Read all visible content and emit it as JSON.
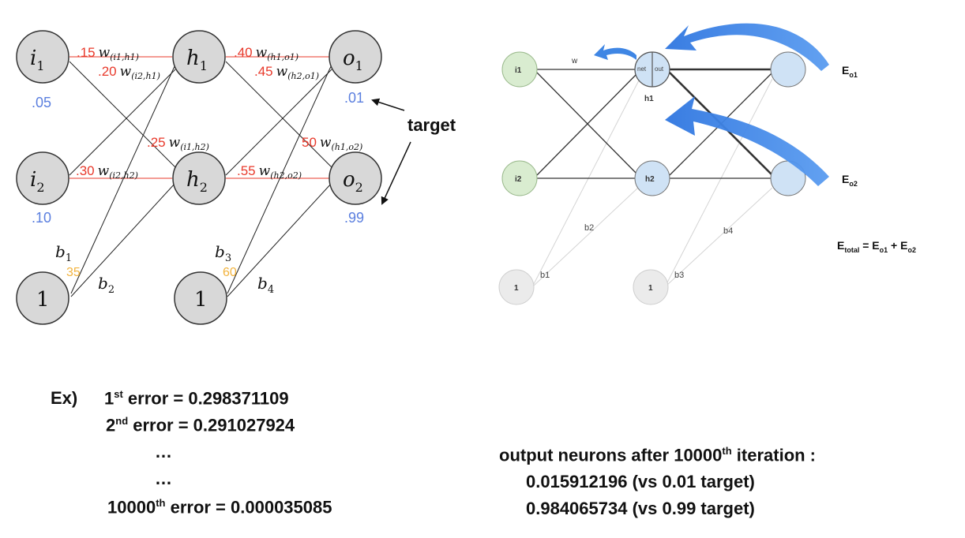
{
  "left": {
    "nodes": {
      "i1": "i",
      "i1_sub": "1",
      "i2": "i",
      "i2_sub": "2",
      "h1": "h",
      "h1_sub": "1",
      "h2": "h",
      "h2_sub": "2",
      "o1": "o",
      "o1_sub": "1",
      "o2": "o",
      "o2_sub": "2",
      "bias1": "1",
      "bias2": "1"
    },
    "inputs": {
      "i1": ".05",
      "i2": ".10"
    },
    "targets_val": {
      "o1": ".01",
      "o2": ".99"
    },
    "target_label": "target",
    "weights": {
      "w1_val": ".15",
      "w1_lab": "w",
      "w1_sub": "(i1,h1)",
      "w2_val": ".20",
      "w2_lab": "w",
      "w2_sub": "(i2,h1)",
      "w3_val": ".25",
      "w3_lab": "w",
      "w3_sub": "(i1,h2)",
      "w4_val": ".30",
      "w4_lab": "w",
      "w4_sub": "(i2,h2)",
      "w5_val": ".40",
      "w5_lab": "w",
      "w5_sub": "(h1,o1)",
      "w6_val": ".45",
      "w6_lab": "w",
      "w6_sub": "(h2,o1)",
      "w7_val": "50",
      "w7_lab": "w",
      "w7_sub": "(h1,o2)",
      "w8_val": ".55",
      "w8_lab": "w",
      "w8_sub": "(h2,o2)"
    },
    "biases": {
      "b1": "b",
      "b1_sub": "1",
      "b1_val": "35",
      "b2": "b",
      "b2_sub": "2",
      "b3": "b",
      "b3_sub": "3",
      "b3_val": "60",
      "b4": "b",
      "b4_sub": "4"
    }
  },
  "right": {
    "i1": "i1",
    "i2": "i2",
    "h1": "h1",
    "h2": "h2",
    "h1_net": "net",
    "h1_out": "out",
    "w": "w",
    "b1": "b1",
    "b2": "b2",
    "b3": "b3",
    "b4": "b4",
    "bias1": "1",
    "bias2": "1",
    "eo1": "E",
    "eo1_sub": "o1",
    "eo2": "E",
    "eo2_sub": "o2",
    "etotal": "E",
    "etotal_sub": "total",
    "etotal_eq": " = E",
    "etotal_s1": "o1",
    "etotal_plus": " + E",
    "etotal_s2": "o2"
  },
  "colors": {
    "node_fill": "#d8d8d8",
    "weight_red": "#e8392b",
    "input_blue": "#5b7fdf",
    "bias_gold": "#f2b33d",
    "green_node": "#d9ecd0",
    "blue_node": "#cfe2f5",
    "arrow_blue": "#3f86e4"
  },
  "bottom": {
    "ex_label": "Ex)",
    "e1_num": "1",
    "e1_sup": "st",
    "e1_text": " error = 0.298371109",
    "e2_num": "2",
    "e2_sup": "nd",
    "e2_text": " error = 0.291027924",
    "dots1": "…",
    "dots2": "…",
    "e3_num": "10000",
    "e3_sup": "th",
    "e3_text": " error = 0.000035085",
    "out_prefix": "output neurons after 10000",
    "out_sup": "th",
    "out_suffix": " iteration :",
    "out1": "0.015912196 (vs 0.01 target)",
    "out2": "0.984065734 (vs 0.99 target)"
  }
}
